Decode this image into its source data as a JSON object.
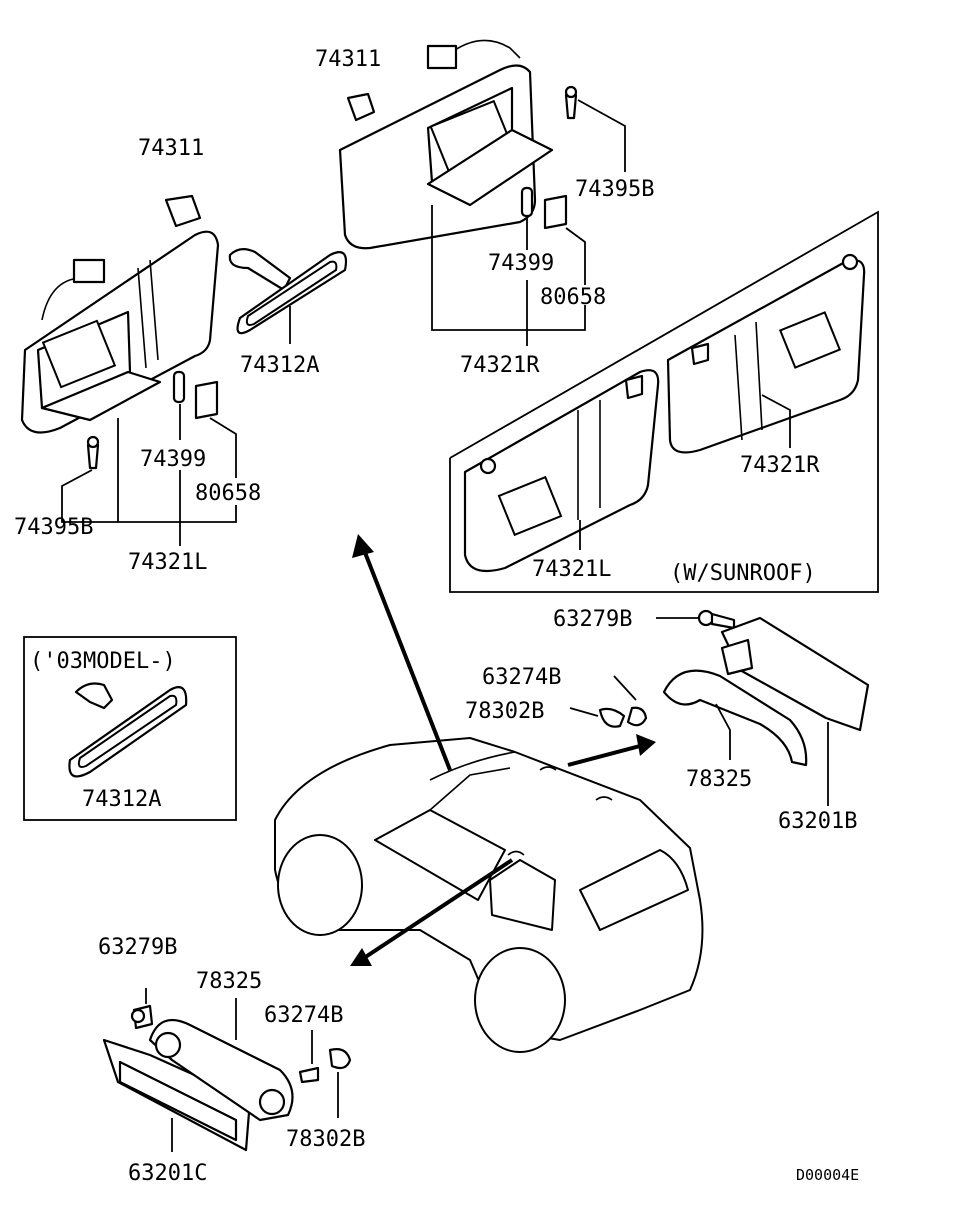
{
  "labels": {
    "vr_top_clip": "74311",
    "vr_screw": "74395B",
    "vr_bulb": "74399",
    "vr_cover": "80658",
    "vr_assembly": "74321R",
    "vl_clip": "74311",
    "vl_screw": "74395B",
    "vl_bulb": "74399",
    "vl_cover": "80658",
    "vl_assembly": "74321L",
    "mirror_top": "74312A",
    "sunroof_right": "74321R",
    "sunroof_left": "74321L",
    "sunroof_note": "(W/SUNROOF)",
    "model_note": "('03MODEL-)",
    "mirror_box": "74312A",
    "r_bolt": "63279B",
    "r_screw": "63274B",
    "r_cap": "78302B",
    "r_grip": "78325",
    "r_bracket": "63201B",
    "l_bolt": "63279B",
    "l_grip": "78325",
    "l_screw": "63274B",
    "l_cap": "78302B",
    "l_bracket": "63201C",
    "diagram_code": "D00004E"
  }
}
